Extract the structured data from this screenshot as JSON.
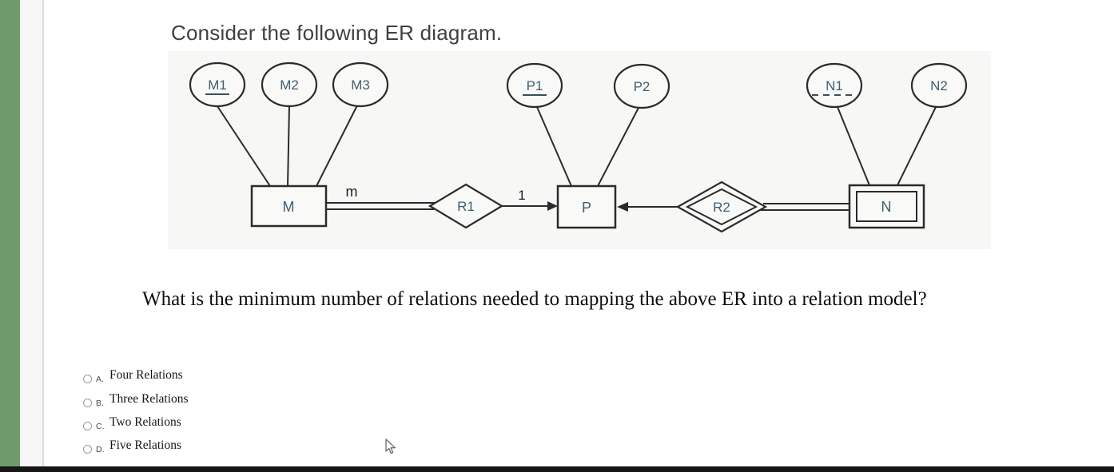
{
  "header": {
    "title": "Consider the following ER diagram."
  },
  "question": {
    "text": "What is the minimum number of relations needed to mapping the above ER into a relation model?"
  },
  "options": [
    {
      "letter": "A.",
      "label": "Four Relations"
    },
    {
      "letter": "B.",
      "label": "Three Relations"
    },
    {
      "letter": "C.",
      "label": "Two Relations"
    },
    {
      "letter": "D.",
      "label": "Five Relations"
    }
  ],
  "diagram": {
    "attributes": [
      {
        "label": "M1",
        "key": "primary-key-underlined"
      },
      {
        "label": "M2",
        "key": "none"
      },
      {
        "label": "M3",
        "key": "none"
      },
      {
        "label": "P1",
        "key": "primary-key-underlined"
      },
      {
        "label": "P2",
        "key": "none"
      },
      {
        "label": "N1",
        "key": "partial-key-dashed-underline"
      },
      {
        "label": "N2",
        "key": "none"
      }
    ],
    "entities": [
      {
        "label": "M",
        "type": "strong"
      },
      {
        "label": "P",
        "type": "strong"
      },
      {
        "label": "N",
        "type": "weak-double-border"
      }
    ],
    "relationships": [
      {
        "label": "R1",
        "type": "regular"
      },
      {
        "label": "R2",
        "type": "identifying-double-border"
      }
    ],
    "edge_labels": [
      {
        "text": "m",
        "edge": "M to R1"
      },
      {
        "text": "1",
        "edge": "R1 to P"
      }
    ]
  },
  "colors": {
    "sidebar_green": "#6f9a6c",
    "diagram_bg": "#f7f7f5",
    "diagram_text": "#41606e",
    "line": "#2b2b2b",
    "bottom_bar": "#161616"
  }
}
